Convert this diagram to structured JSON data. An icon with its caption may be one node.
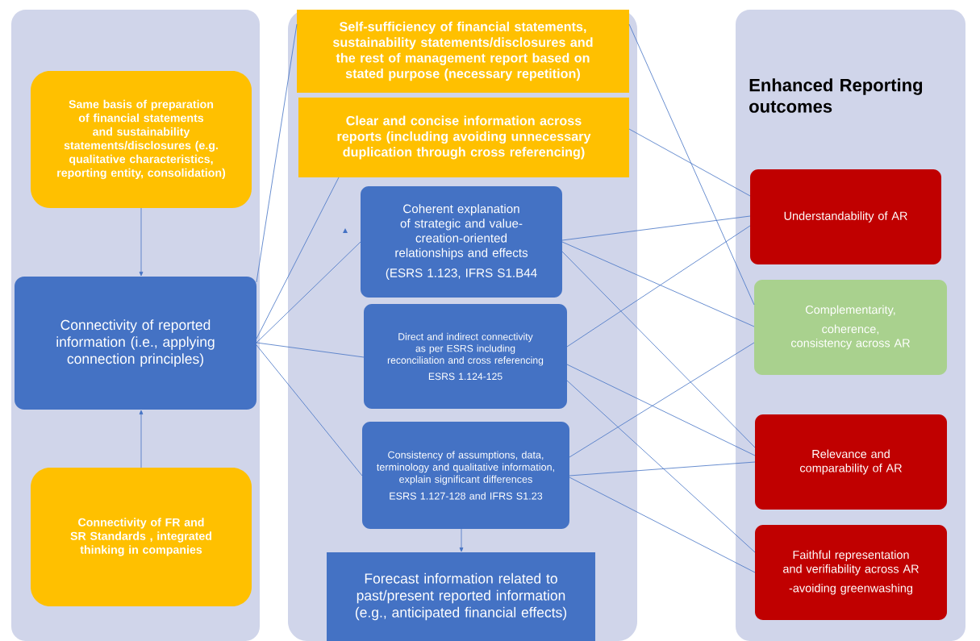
{
  "diagram": {
    "nodes": [
      {
        "text": [],
        "shape": "box"
      },
      {
        "text": [
          "Same basis of preparation of financial statements and sustainability statements/disclosures (e.g. qualitative characteristics, reporting entity, consolidation)"
        ],
        "in": 0
      },
      {
        "text": [
          "Connectivity of reported information (i.e., applying connection principles)"
        ],
        "in": 0
      },
      {
        "text": [
          "Connectivity of FR and SR Standards ,  integrated thinking in companies"
        ],
        "in": 0
      },
      {
        "text": [],
        "shape": "box"
      },
      {
        "text": [
          "Self-sufficiency of financial statements, sustainability statements/disclosures and the rest of management report based on stated purpose  (necessary repetition)"
        ],
        "in": 4
      },
      {
        "text": [
          "Clear and concise information across reports (including avoiding unnecessary duplication through cross referencing)"
        ],
        "in": 4
      },
      {
        "text": [
          "Coherent explanation of strategic and value-creation-oriented relationships and effects",
          "(ESRS 1.123, IFRS S1.B44"
        ],
        "in": 4
      },
      {
        "text": [
          "Direct and indirect connectivity as per ESRS including reconciliation and cross referencing",
          "ESRS 1.124-125"
        ],
        "in": 4
      },
      {
        "text": [
          "Consistency of assumptions, data, terminology and qualitative information, explain significant differences",
          "ESRS 1.127-128 and IFRS S1.23"
        ],
        "in": 4
      },
      {
        "text": [
          "Forecast information related to past/present reported information (e.g., anticipated financial effects)"
        ],
        "in": 4
      },
      {
        "text": [
          "Enhanced Reporting outcomes"
        ]
      },
      {
        "text": [
          "Understandability of AR"
        ],
        "in": 11
      },
      {
        "text": [
          "Complementarity,",
          "coherence, consistency across AR"
        ],
        "in": 11
      },
      {
        "text": [
          "Relevance and comparability of AR"
        ],
        "in": 11
      },
      {
        "text": [
          "Faithful representation and verifiability across AR",
          "-avoiding greenwashing"
        ],
        "in": 11
      }
    ],
    "edges": [
      {
        "from": 1,
        "to": 2,
        "arrow": "to"
      },
      {
        "from": 3,
        "to": 2,
        "arrow": "to"
      },
      {
        "from": 2,
        "to": 5,
        "arrow": "none"
      },
      {
        "from": 2,
        "to": 6,
        "arrow": "none"
      },
      {
        "from": 2,
        "to": 7,
        "arrow": "none"
      },
      {
        "from": 2,
        "to": 8,
        "arrow": "none"
      },
      {
        "from": 2,
        "to": 9,
        "arrow": "none"
      },
      {
        "from": 9,
        "to": 10,
        "arrow": "to"
      },
      {
        "from": 5,
        "to": 13,
        "arrow": "none"
      },
      {
        "from": 6,
        "to": 12,
        "arrow": "none"
      },
      {
        "from": 7,
        "to": 12,
        "arrow": "none"
      },
      {
        "from": 7,
        "to": 13,
        "arrow": "none"
      },
      {
        "from": 7,
        "to": 14,
        "arrow": "none"
      },
      {
        "from": 8,
        "to": 12,
        "arrow": "none"
      },
      {
        "from": 8,
        "to": 14,
        "arrow": "none"
      },
      {
        "from": 8,
        "to": 15,
        "arrow": "none"
      },
      {
        "from": 9,
        "to": 13,
        "arrow": "none"
      },
      {
        "from": 9,
        "to": 14,
        "arrow": "none"
      },
      {
        "from": 9,
        "to": 15,
        "arrow": "none"
      }
    ]
  }
}
